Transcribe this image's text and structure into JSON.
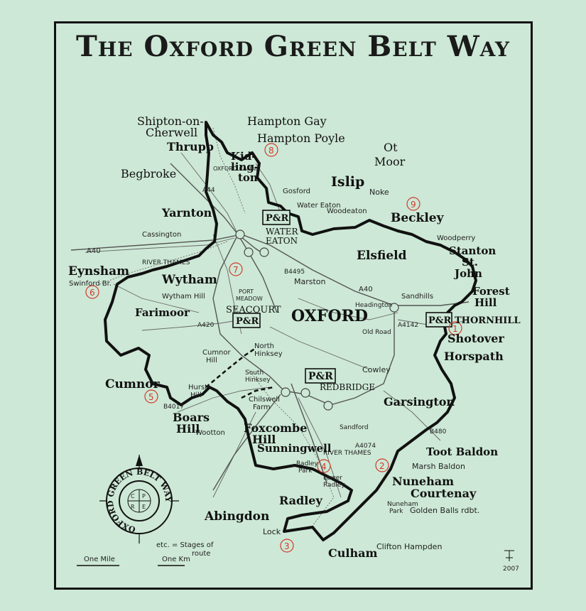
{
  "title": "The Oxford Green Belt Way",
  "places": {
    "shipton": "Shipton-on-",
    "cherwell": "Cherwell",
    "hampton_gay": "Hampton Gay",
    "hampton_poyle": "Hampton Poyle",
    "thrupp": "Thrupp",
    "kid": "Kid-",
    "ling": "ling-",
    "ton": "ton",
    "ot": "Ot",
    "moor": "Moor",
    "begbroke": "Begbroke",
    "islip": "Islip",
    "gosford": "Gosford",
    "noke": "Noke",
    "yarnton": "Yarnton",
    "water_eaton": "Water Eaton",
    "woodeaton": "Woodeaton",
    "beckley": "Beckley",
    "cassington": "Cassington",
    "water": "WATER",
    "eaton": "EATON",
    "woodperry": "Woodperry",
    "elsfield": "Elsfield",
    "stanton": "Stanton",
    "st": "St.",
    "john": "John",
    "eynsham": "Eynsham",
    "swinford": "Swinford Br.",
    "wytham": "Wytham",
    "wytham_hill": "Wytham Hill",
    "marston": "Marston",
    "port_meadow": "PORT",
    "port_meadow2": "MEADOW",
    "sandhills": "Sandhills",
    "forest": "Forest",
    "hill": "Hill",
    "faringdon": "Farimoor",
    "seacourt": "SEACOURT",
    "oxford": "OXFORD",
    "headington": "Headington",
    "thornhill": "THORNHILL",
    "shotover": "Shotover",
    "cumnor_hill": "Cumnor",
    "cumnor_hill2": "Hill",
    "north": "North",
    "hinksey": "Hinksey",
    "horspath": "Horspath",
    "cowley": "Cowley",
    "cumnor": "Cumnor",
    "south": "South",
    "hinksey2": "Hinksey",
    "redbridge": "REDBRIDGE",
    "hurst": "Hurst",
    "hurst_hill": "Hill",
    "chilswell": "Chilswell",
    "farm": "Farm",
    "garsington": "Garsington",
    "boars": "Boars",
    "boars_hill": "Hill",
    "wootton": "Wootton",
    "foxcombe": "Foxcombe",
    "foxcombe_hill": "Hill",
    "sandford": "Sandford",
    "sunningwell": "Sunningwell",
    "toot_baldon": "Toot Baldon",
    "marsh_baldon": "Marsh Baldon",
    "radley_park": "Radley",
    "radley_park2": "Park",
    "lower_radley": "Lower",
    "lower_radley2": "Radley",
    "nuneham": "Nuneham",
    "courtenay": "Courtenay",
    "nuneham_park": "Nuneham",
    "nuneham_park2": "Park",
    "radley": "Radley",
    "golden_balls": "Golden Balls rdbt.",
    "abingdon": "Abingdon",
    "lock": "Lock",
    "culham": "Culham",
    "clifton": "Clifton Hampden"
  },
  "roads": {
    "a40_w": "A40",
    "a40_e": "A40",
    "a44": "A44",
    "a420": "A420",
    "a4142": "A4142",
    "a4074": "A4074",
    "b4017": "B4017",
    "b4495": "B4495",
    "b480": "B480",
    "river_thames": "RIVER THAMES",
    "river_thames2": "RIVER THAMES",
    "old_road": "Old Road",
    "oxford_canal": "OXFORD CANAL"
  },
  "park_and_ride": [
    "P&R",
    "P&R",
    "P&R",
    "P&R"
  ],
  "stages": [
    "1",
    "2",
    "3",
    "4",
    "5",
    "6",
    "7",
    "8",
    "9"
  ],
  "legend": {
    "stages_text": "etc. = Stages of",
    "stages_text2": "route",
    "one_mile": "One Mile",
    "one_km": "One Km",
    "year": "2007",
    "compass_ring": "OXFORD GREEN BELT WAY",
    "cpre": [
      "C",
      "P",
      "R",
      "E"
    ]
  },
  "colors": {
    "background": "#cde8d6",
    "route": "#111111",
    "stage_markers": "#d23a2a"
  }
}
